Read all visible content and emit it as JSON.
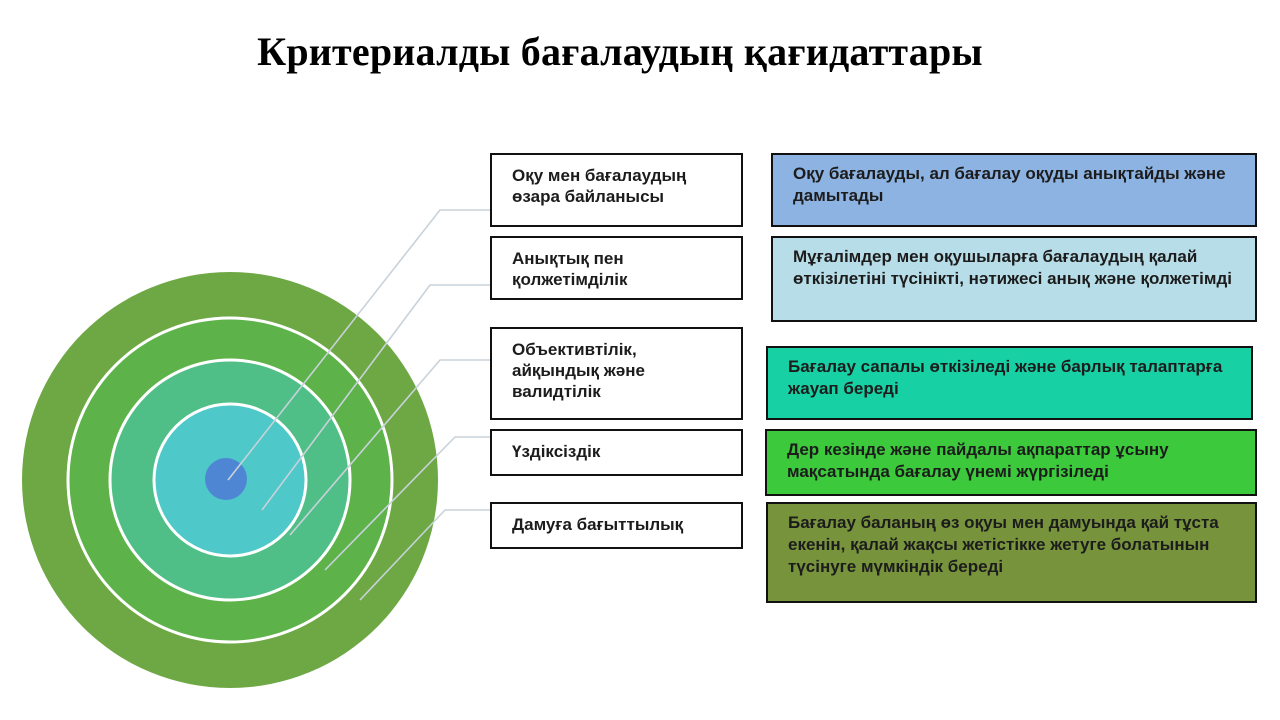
{
  "title": "Критериалды бағалаудың қағидаттары",
  "colors": {
    "ring1": "#6ea845",
    "ring2": "#5eb24a",
    "ring3": "#4fbf87",
    "ring4": "#4ec8c8",
    "core": "#4f86d4"
  },
  "principles": [
    {
      "label": "Оқу мен бағалаудың өзара байланысы",
      "description": "Оқу бағалауды, ал бағалау оқуды анықтайды және дамытады",
      "color": "#8db3e2"
    },
    {
      "label": "Анықтық пен қолжетімділік",
      "description": "Мұғалімдер мен оқушыларға бағалаудың қалай өткізілетіні түсінікті, нәтижесі анық және қолжетімді",
      "color": "#b7dde8"
    },
    {
      "label": "Объективтілік, айқындық және валидтілік",
      "description": "Бағалау сапалы өткізіледі және барлық талаптарға жауап береді",
      "color": "#17d0a4"
    },
    {
      "label": "Үздіксіздік",
      "description": "Дер кезінде және пайдалы ақпараттар ұсыну мақсатында  бағалау үнемі жүргізіледі",
      "color": "#3cca3c"
    },
    {
      "label": "Дамуға бағыттылық",
      "description": "Бағалау баланың өз оқуы мен дамуында қай тұста екенін, қалай жақсы жетістікке жетуге болатынын түсінуге мүмкіндік береді",
      "color": "#77933c"
    }
  ]
}
